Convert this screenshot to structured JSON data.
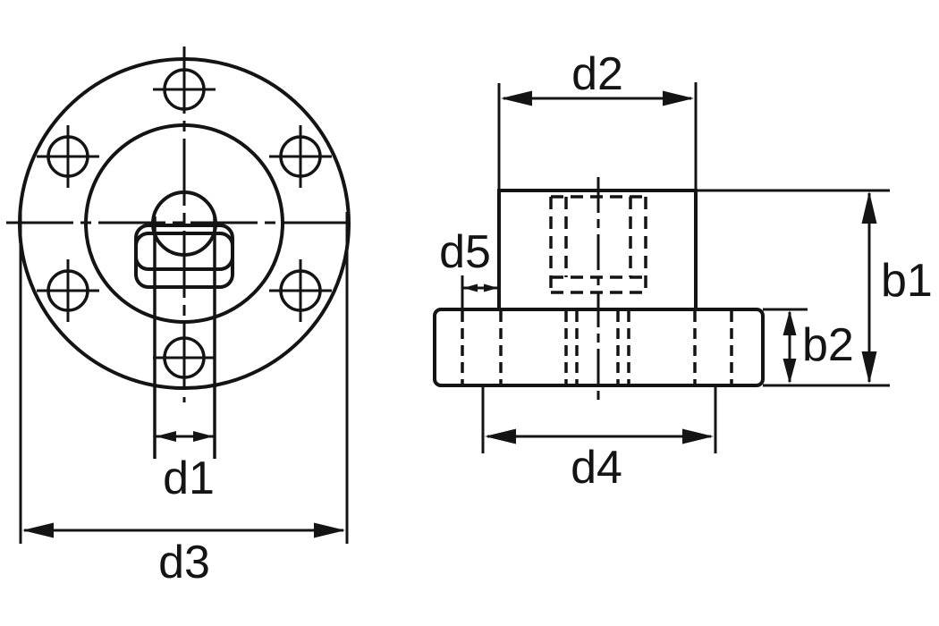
{
  "diagram": {
    "type": "technical_drawing",
    "background_color": "#ffffff",
    "line_color": "#141414",
    "front_view": {
      "bolt_hole_count": 6,
      "labels": {
        "d1": "d1",
        "d3": "d3"
      }
    },
    "side_view": {
      "labels": {
        "d2": "d2",
        "d4": "d4",
        "d5": "d5",
        "b1": "b1",
        "b2": "b2"
      }
    }
  }
}
